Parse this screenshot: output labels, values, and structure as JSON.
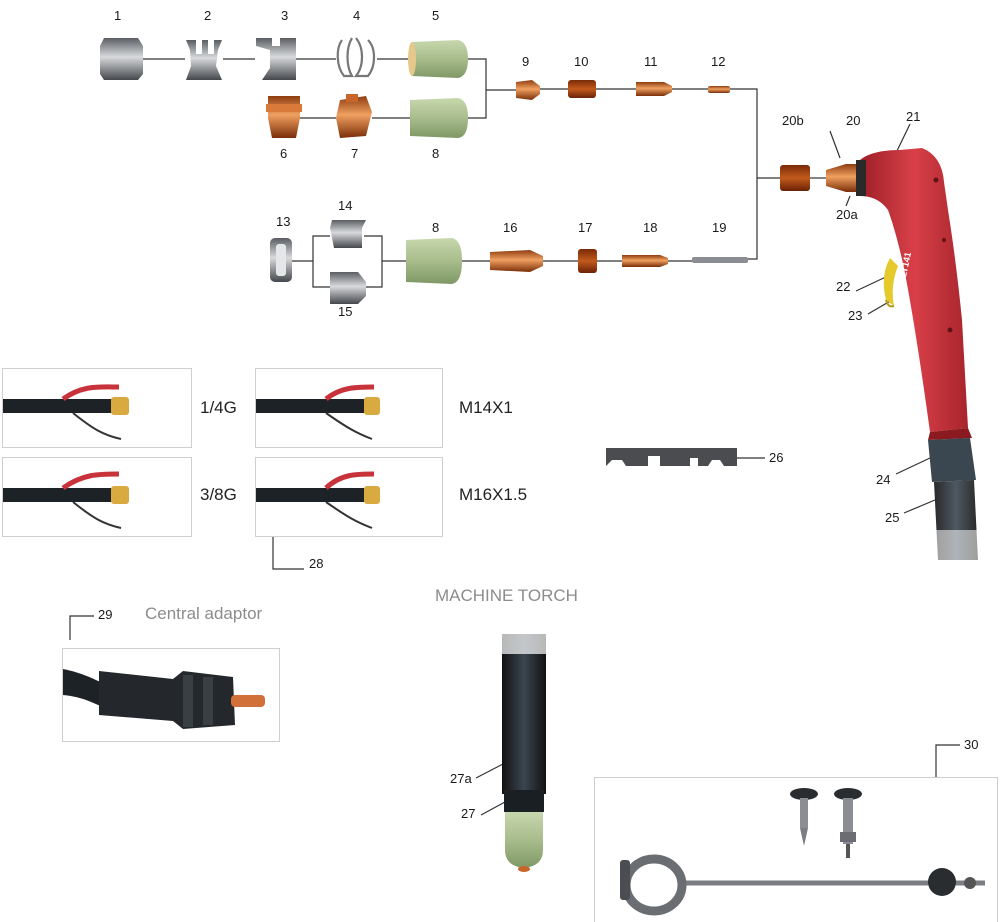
{
  "part_numbers": {
    "p1": "1",
    "p2": "2",
    "p3": "3",
    "p4": "4",
    "p5": "5",
    "p6": "6",
    "p7": "7",
    "p8a": "8",
    "p9": "9",
    "p10": "10",
    "p11": "11",
    "p12": "12",
    "p13": "13",
    "p14": "14",
    "p15": "15",
    "p8b": "8",
    "p16": "16",
    "p17": "17",
    "p18": "18",
    "p19": "19",
    "p20": "20",
    "p20a": "20a",
    "p20b": "20b",
    "p21": "21",
    "p22": "22",
    "p23": "23",
    "p24": "24",
    "p25": "25",
    "p26": "26",
    "p27": "27",
    "p27a": "27a",
    "p28": "28",
    "p29": "29",
    "p30": "30"
  },
  "labels": {
    "thread_1_4g": "1/4G",
    "thread_3_8g": "3/8G",
    "thread_m14": "M14X1",
    "thread_m16": "M16X1.5",
    "central_adaptor": "Central adaptor",
    "machine_torch": "MACHINE TORCH",
    "handle_brand": "LT141"
  },
  "colors": {
    "torch_red": "#c8323a",
    "copper": "#c8662a",
    "ceramic_green": "#a8bc8c",
    "steel": "#9a9da2",
    "cable_black": "#1d2226",
    "trigger_yellow": "#e6c92a"
  }
}
